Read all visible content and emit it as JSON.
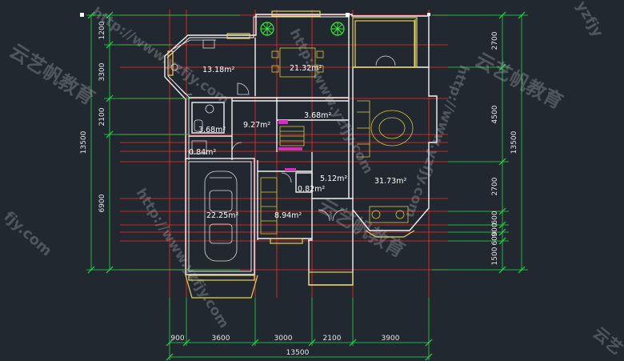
{
  "rooms": [
    {
      "label": "13.18m²"
    },
    {
      "label": "21.32m²"
    },
    {
      "label": "9.27m²"
    },
    {
      "label": "3.68m²"
    },
    {
      "label": "3.68m²"
    },
    {
      "label": "0.84m²"
    },
    {
      "label": "5.12m²"
    },
    {
      "label": "0.82m²"
    },
    {
      "label": "31.73m²"
    },
    {
      "label": "22.25m²"
    },
    {
      "label": "8.94m²"
    }
  ],
  "dimensions": {
    "left": [
      "1200",
      "3300",
      "2100",
      "6900"
    ],
    "left_total": "13500",
    "right": [
      "2700",
      "4500",
      "2700",
      "600",
      "900",
      "600",
      "1500"
    ],
    "right_total": "13500",
    "bottom": [
      "900",
      "3600",
      "3000",
      "2100",
      "3900"
    ],
    "bottom_total": "13500"
  },
  "watermarks": {
    "url": "http://www.yzfjy.com",
    "brand": "云艺帆教育",
    "url_short": "yzfjy",
    "url_tail": "fjy.com",
    "brand_short": "云艺"
  },
  "colors": {
    "background": "#212830",
    "axis_red": "#ff2a2a",
    "dimension_green": "#22dd44",
    "wall_white": "#f2f2f2",
    "window_yellow": "#e6d35a",
    "door_magenta": "#d030c0",
    "plant_green": "#33ee33"
  }
}
